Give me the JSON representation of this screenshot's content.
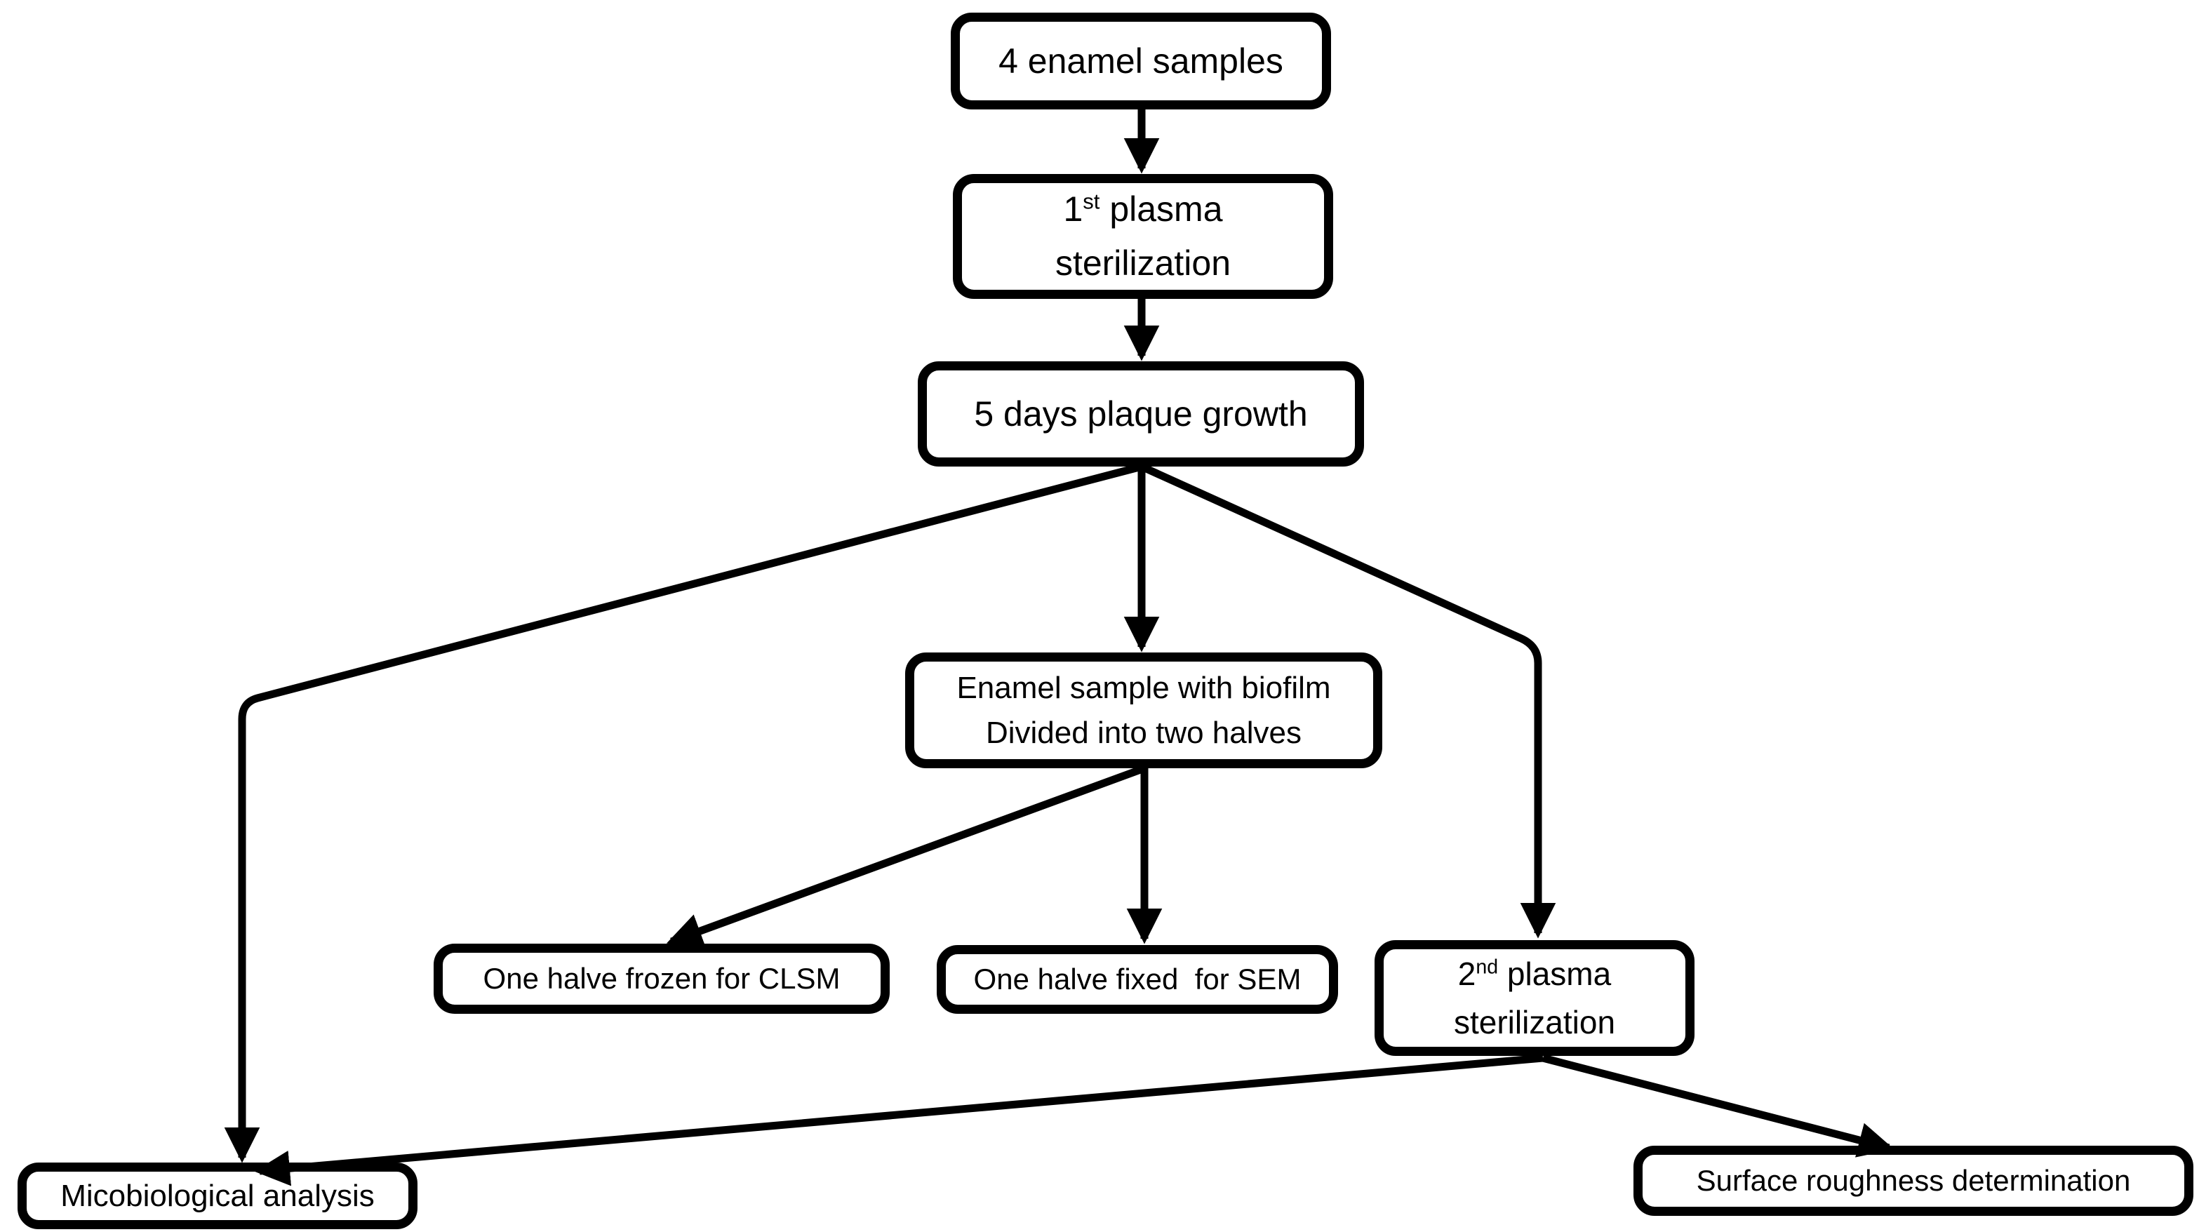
{
  "colors": {
    "line": "#000000",
    "box_fill": "#ffffff",
    "text": "#000000",
    "background": "#ffffff"
  },
  "nodes": {
    "samples": {
      "label": "4 enamel samples"
    },
    "first_plasma": {
      "ordinal_base": "1",
      "ordinal_suffix": "st",
      "ordinal_rest": " plasma",
      "line2": "sterilization"
    },
    "plaque_growth": {
      "label": "5 days plaque growth"
    },
    "biofilm_division": {
      "line1": "Enamel sample with biofilm",
      "line2": "Divided into two halves"
    },
    "clsm_half": {
      "label": "One halve frozen for CLSM"
    },
    "sem_half": {
      "label": "One halve fixed  for SEM"
    },
    "second_plasma": {
      "ordinal_base": "2",
      "ordinal_suffix": "nd",
      "ordinal_rest": " plasma",
      "line2": "sterilization"
    },
    "microbiological": {
      "label": "Micobiological analysis"
    },
    "roughness": {
      "label": "Surface roughness determination"
    }
  },
  "edges": [
    {
      "from": "samples",
      "to": "first_plasma"
    },
    {
      "from": "first_plasma",
      "to": "plaque_growth"
    },
    {
      "from": "plaque_growth",
      "to": "biofilm_division"
    },
    {
      "from": "plaque_growth",
      "to": "microbiological"
    },
    {
      "from": "plaque_growth",
      "to": "second_plasma"
    },
    {
      "from": "biofilm_division",
      "to": "clsm_half"
    },
    {
      "from": "biofilm_division",
      "to": "sem_half"
    },
    {
      "from": "second_plasma",
      "to": "microbiological"
    },
    {
      "from": "second_plasma",
      "to": "roughness"
    }
  ]
}
